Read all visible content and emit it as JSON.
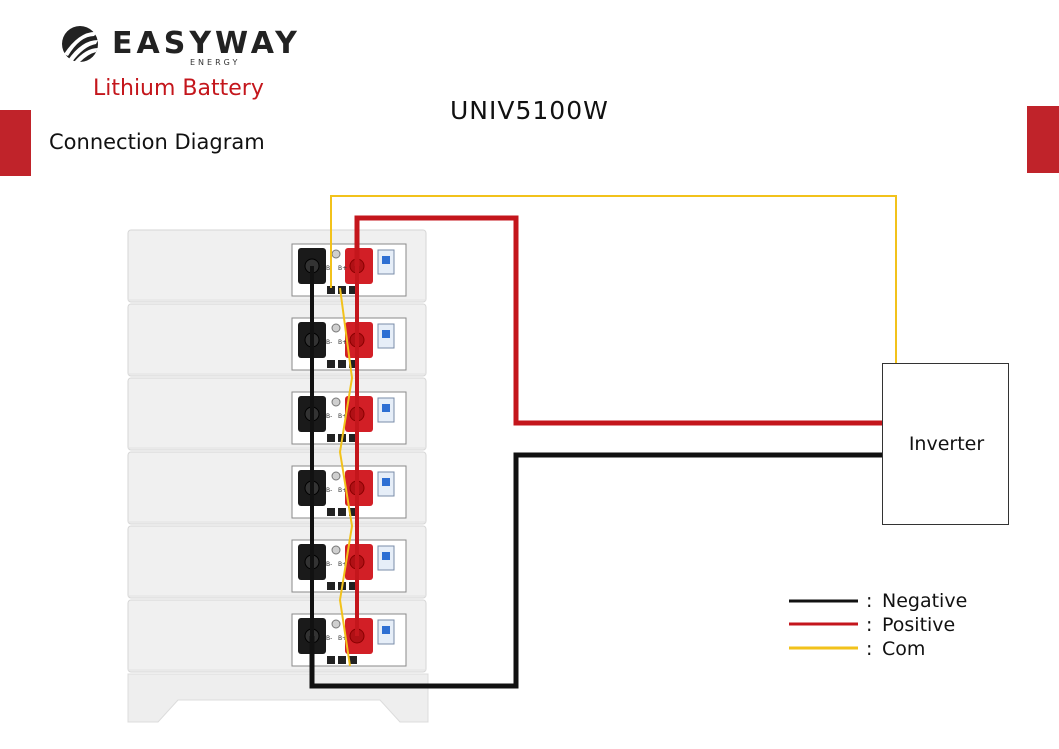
{
  "brand": {
    "name": "EASYWAY",
    "subname": "ENERGY",
    "product_line": "Lithium Battery",
    "logo_icon": "easyway-swoosh-icon"
  },
  "section_title": "Connection Diagram",
  "model": "UNIV5100W",
  "colors": {
    "accent_red": "#c0232a",
    "negative": "#111111",
    "positive": "#c4161c",
    "com": "#f2c21b"
  },
  "battery_stack": {
    "module_count": 6,
    "module_terminal_labels": [
      "B-",
      "B+"
    ]
  },
  "inverter": {
    "label": "Inverter"
  },
  "legend": [
    {
      "separator": ":",
      "label": "Negative",
      "color": "#111111"
    },
    {
      "separator": ":",
      "label": "Positive",
      "color": "#c4161c"
    },
    {
      "separator": ":",
      "label": "Com",
      "color": "#f2c21b"
    }
  ]
}
